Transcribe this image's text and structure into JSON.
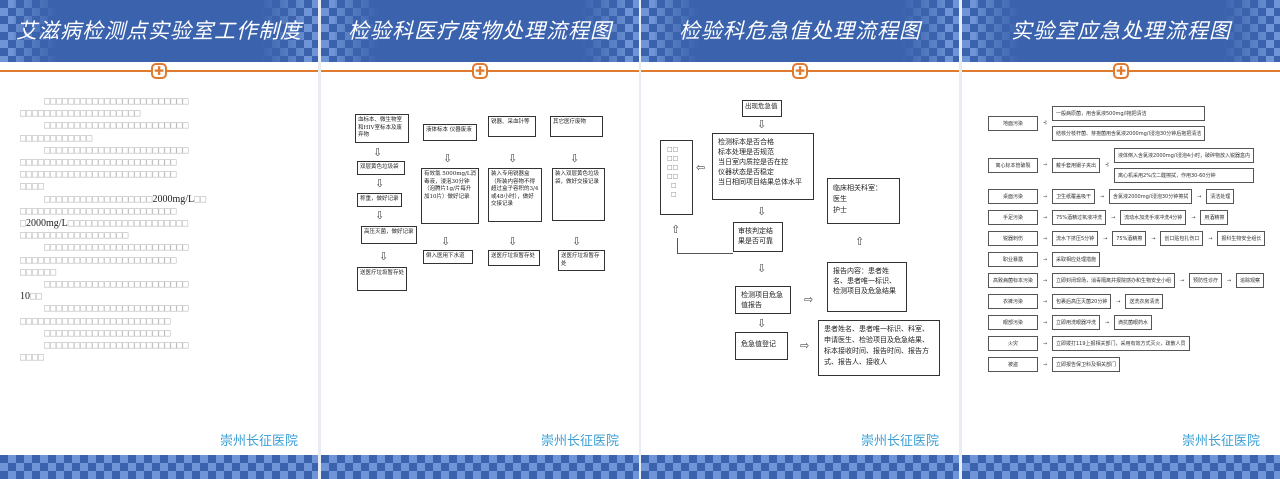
{
  "titles": [
    "艾滋病检测点实验室工作制度",
    "检验科医疗废物处理流程图",
    "检验科危急值处理流程图",
    "实验室应急处理流程图"
  ],
  "footer_logo": "崇州长征医院",
  "panel1": {
    "lines": [
      "    □□□□□□□□□□□□□□□□□□□□□□□□",
      "□□□□□□□□□□□□□□□□□□□□",
      "    □□□□□□□□□□□□□□□□□□□□□□□□",
      "□□□□□□□□□□□□",
      "    □□□□□□□□□□□□□□□□□□□□□□□□",
      "□□□□□□□□□□□□□□□□□□□□□□□□□□",
      "□□□□□□□□□□□□□□□□□□□□□□□□□□",
      "□□□□"
    ],
    "conc1_pre": "    □□□□□□□□□□□□□□□□□□",
    "conc1": "2000mg/L",
    "conc1_post": "□□",
    "line10": "□□□□□□□□□□□□□□□□□□□□□□□□□□",
    "conc2_pre": "□",
    "conc2": "2000mg/L",
    "conc2_post": "□□□□□□□□□□□□□□□□□□□□",
    "lines2": [
      "□□□□□□□□□□□□□□□□□□",
      "    □□□□□□□□□□□□□□□□□□□□□□□□",
      "□□□□□□□□□□□□□□□□□□□□□□□□□□",
      "□□□□□□",
      "    □□□□□□□□□□□□□□□□□□□□□□□□"
    ],
    "num10": "10",
    "num10_post": "□□",
    "lines3": [
      "    □□□□□□□□□□□□□□□□□□□□□□□□",
      "□□□□□□□□□□□□□□□□□□□□□□□□□",
      "    □□□□□□□□□□□□□□□□□□□□□",
      "    □□□□□□□□□□□□□□□□□□□□□□□□",
      "□□□□"
    ]
  },
  "panel2": {
    "col1": [
      "血标本、微生物室和HIV室标本及废弃物",
      "双层黄色垃圾袋",
      "称重，做好记录",
      "高压灭菌，做好记录",
      "送医疗垃圾暂存处"
    ],
    "col2": [
      "液体标本 仪器废液",
      "有效氯 5000mg/L消毒液，浸泡30分钟（泡腾片1g/片每升加10片）做好记录",
      "倒入医用下水道"
    ],
    "col3": [
      "锐器、采血针等",
      "装入专用锐器盒（所装内容物不得超过盒子容积的3/4或48小时），做好交接记录",
      "送医疗垃圾暂存处"
    ],
    "col4": [
      "其它医疗废物",
      "装入双层黄色垃圾袋，做好交接记录",
      "送医疗垃圾暂存处"
    ]
  },
  "panel3": {
    "start": "出现危急值",
    "checks": [
      "检测标本是否合格",
      "标本处理是否规范",
      "当日室内质控是否在控",
      "仪器状态是否稳定",
      "当日相同项目结果总体水平"
    ],
    "review": "审核判定结果是否可靠",
    "clinic": [
      "临床相关科室：",
      "医生",
      "护士"
    ],
    "report_content": "报告内容：患者姓名、患者唯一标识、检测项目及危急结果",
    "report": "检测项目危急值报告",
    "register": "危急值登记",
    "register_content": "患者姓名、患者唯一标识、科室、申请医生、检验项目及危急结果、标本接收时间、报告时间、报告方式、报告人、接收人",
    "side_glyphs": "□□\n□□\n□□\n□□\n  □\n  □"
  },
  "panel4": {
    "rows": [
      {
        "k": "地面污染",
        "branch": [
          "一般病原菌，用含氯液500mg/l拖把清洁",
          "结核分枝杆菌、芽孢菌用含氯液2000mg/l浸泡30分钟后拖把清洁"
        ]
      },
      {
        "k": "离心标本管破裂",
        "steps": [
          "戴手套用镊子夹出"
        ],
        "branch": [
          "液体倒入含氯液2000mg/l浸泡4小时，破碎物放入锐器盒内",
          "离心机采用2%戊二醛擦拭，作用30-60分钟"
        ]
      },
      {
        "k": "桌面污染",
        "steps": [
          "卫生纸覆盖吸干",
          "含氯液2000mg/l浸泡30分钟擦拭",
          "清洁处理"
        ]
      },
      {
        "k": "手足污染",
        "steps": [
          "75%酒精过氧液冲洗",
          "流动水加洗手液冲洗4分钟",
          "用酒精擦"
        ]
      },
      {
        "k": "锐器刺伤",
        "steps": [
          "流水下挤压5分钟",
          "75%酒精擦",
          "创口贴包扎伤口",
          "报科生物安全组长"
        ]
      },
      {
        "k": "职业暴露",
        "steps": [
          "采取相应处理措施"
        ]
      },
      {
        "k": "高致病菌标本污染",
        "steps": [
          "立即封闭现场，消毒隔离并报院感办和生物安全小组",
          "预防性诊疗",
          "追踪观察"
        ]
      },
      {
        "k": "衣裤污染",
        "steps": [
          "包裹后高压灭菌20分钟",
          "送洗衣房清洗"
        ]
      },
      {
        "k": "眼部污染",
        "steps": [
          "立即用洗眼器冲洗",
          "滴抗菌眼药水"
        ]
      },
      {
        "k": "火灾",
        "steps": [
          "立即拨打119上报相关部门，采用有效方式灭火，疏散人员"
        ]
      },
      {
        "k": "被盗",
        "steps": [
          "立即报告保卫科及相关部门"
        ]
      }
    ]
  },
  "colors": {
    "header_blue": "#3b63ad",
    "checker_light": "#6f95d6",
    "accent_orange": "#e07a2e",
    "logo_blue": "#3a9fd6"
  }
}
